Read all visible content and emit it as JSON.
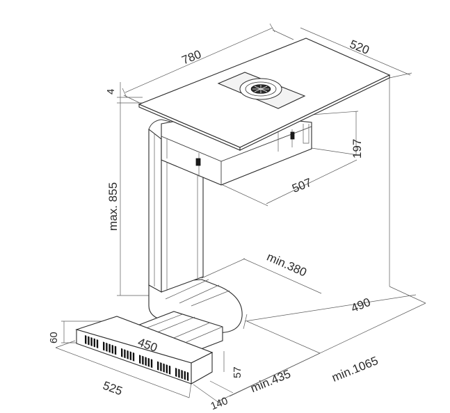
{
  "dimensions": {
    "top_depth": "780",
    "top_width": "520",
    "top_thickness": "4",
    "motor_height": "197",
    "motor_width": "507",
    "max_height": "max. 855",
    "min_depth_pipe": "min.380",
    "duct_offset": "490",
    "grille_height": "60",
    "grille_length": "525",
    "grille_inner": "450",
    "grille_depth": "57",
    "grille_offset": "140",
    "min_435": "min.435",
    "min_1065": "min.1065"
  }
}
